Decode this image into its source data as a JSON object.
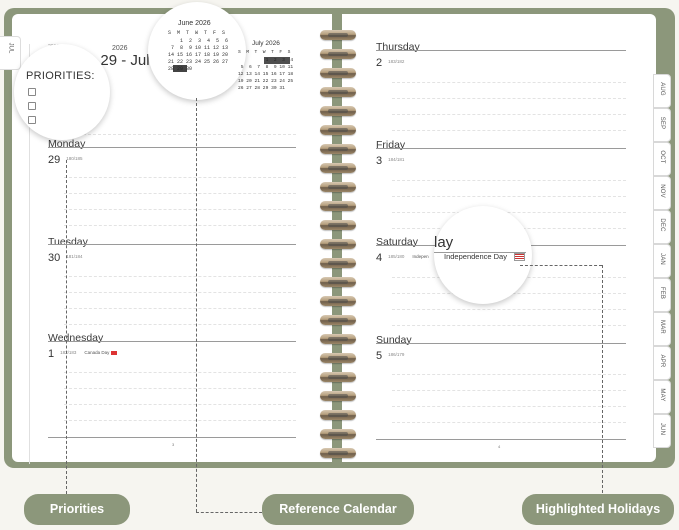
{
  "left_page": {
    "tab_label": "JUL",
    "header_small_year": "2026",
    "header_year": "2026",
    "week_range": "Jun 29 - Jul 5",
    "priorities_label": "PRIORITIES:",
    "page_number": "3",
    "days": [
      {
        "name": "Monday",
        "number": "29",
        "sub": "180/185"
      },
      {
        "name": "Tuesday",
        "number": "30",
        "sub": "181/184"
      },
      {
        "name": "Wednesday",
        "number": "1",
        "sub": "182/183",
        "holiday": "Canada Day"
      }
    ]
  },
  "right_page": {
    "page_number": "4",
    "days": [
      {
        "name": "Thursday",
        "number": "2",
        "sub": "183/182"
      },
      {
        "name": "Friday",
        "number": "3",
        "sub": "184/181"
      },
      {
        "name": "Saturday",
        "number": "4",
        "sub": "185/180",
        "holiday_short": "Indepen"
      },
      {
        "name": "Sunday",
        "number": "5",
        "sub": "186/179"
      }
    ],
    "month_tabs": [
      "AUG",
      "SEP",
      "OCT",
      "NOV",
      "DEC",
      "JAN",
      "FEB",
      "MAR",
      "APR",
      "MAY",
      "JUN"
    ]
  },
  "mini_calendar": {
    "june_title": "June 2026",
    "june_weekdays": "S  M  T  W  T  F  S",
    "june_rows": [
      "    1  2  3  4  5  6",
      " 7  8  9 10 11 12 13",
      "14 15 16 17 18 19 20",
      "21 22 23 24 25 26 27",
      "28 29 30"
    ],
    "july_title": "July 2026",
    "july_weekdays": "S  M  T  W  T  F  S",
    "july_rows": [
      "          1  2  3  4",
      " 5  6  7  8  9 10 11",
      "12 13 14 15 16 17 18",
      "19 20 21 22 23 24 25",
      "26 27 28 29 30 31"
    ]
  },
  "zoom_holiday": {
    "day_fragment": "lay",
    "holiday": "Independence Day"
  },
  "callouts": {
    "priorities": "Priorities",
    "reference_calendar": "Reference Calendar",
    "highlighted_holidays": "Highlighted Holidays"
  },
  "colors": {
    "cover_green": "#8c977b",
    "page_white": "#ffffff",
    "coil_brass": "#b59e7c"
  }
}
